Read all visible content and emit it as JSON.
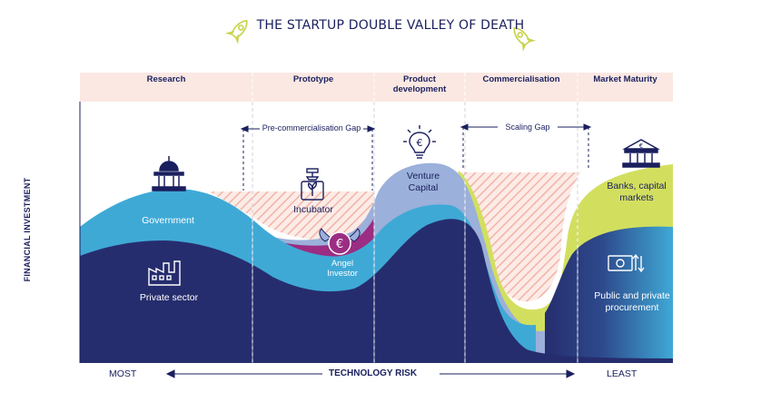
{
  "title": "THE STARTUP DOUBLE VALLEY OF DEATH",
  "phases": [
    "Research",
    "Prototype",
    "Product development",
    "Commercialisation",
    "Market Maturity"
  ],
  "gaps": {
    "pre_commercialisation": "Pre-commercialisation Gap",
    "scaling": "Scaling Gap"
  },
  "actors": {
    "government": "Government",
    "private_sector": "Private sector",
    "incubator": "Incubator",
    "angel_investor": "Angel Investor",
    "venture_capital": "Venture Capital",
    "banks": "Banks, capital markets",
    "procurement": "Public and private procurement"
  },
  "axes": {
    "y": "FINANCIAL INVESTMENT",
    "x": "TECHNOLOGY RISK",
    "left_end": "MOST",
    "right_end": "LEAST"
  },
  "colors": {
    "navy": "#262d6e",
    "blue": "#3fa9d6",
    "lavender": "#9bb0da",
    "magenta": "#9b2d83",
    "lime": "#d2df5e",
    "header_bg": "#fbe8e2",
    "gap_hatch": "#f1b3a8"
  },
  "icons": [
    "rocket-icon",
    "government-building-icon",
    "factory-icon",
    "incubator-icon",
    "angel-coin-icon",
    "lightbulb-euro-icon",
    "bank-euro-icon",
    "money-arrows-icon"
  ]
}
